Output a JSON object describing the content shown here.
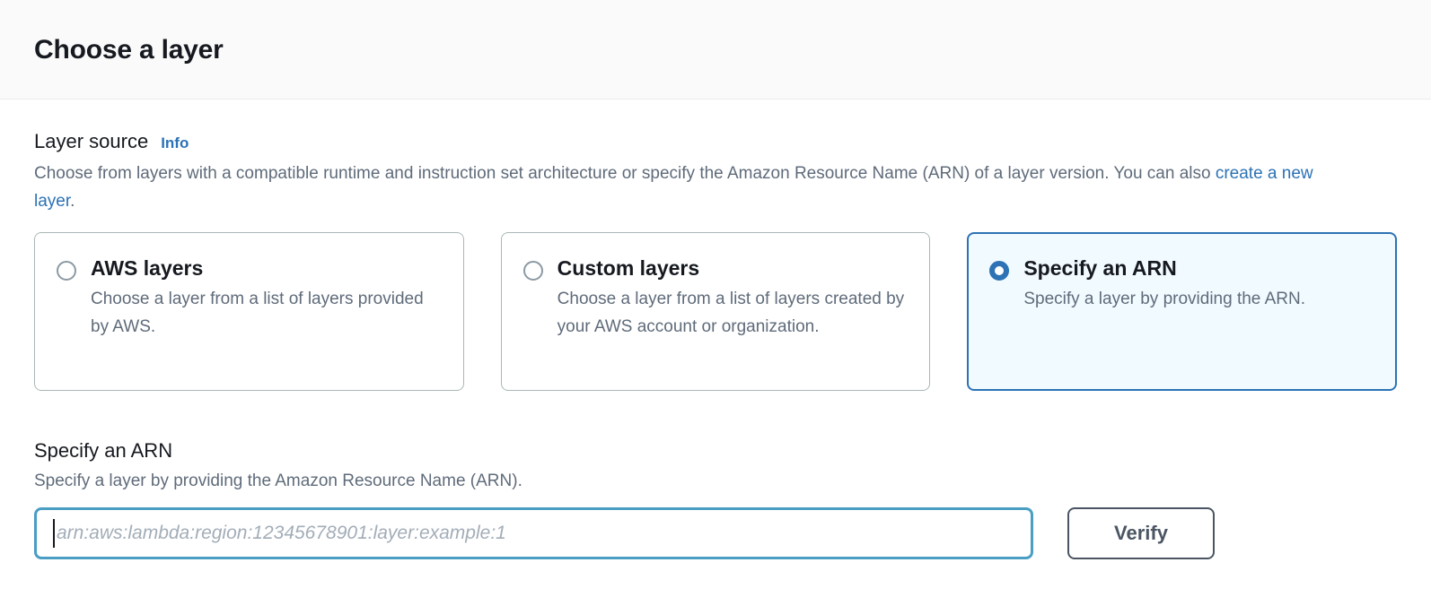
{
  "header": {
    "title": "Choose a layer"
  },
  "layer_source": {
    "heading": "Layer source",
    "info_label": "Info",
    "description_before_link": "Choose from layers with a compatible runtime and instruction set architecture or specify the Amazon Resource Name (ARN) of a layer version. You can also ",
    "description_link": "create a new layer",
    "description_after_link": ".",
    "options": [
      {
        "label": "AWS layers",
        "description": "Choose a layer from a list of layers provided by AWS.",
        "selected": false
      },
      {
        "label": "Custom layers",
        "description": "Choose a layer from a list of layers created by your AWS account or organization.",
        "selected": false
      },
      {
        "label": "Specify an ARN",
        "description": "Specify a layer by providing the ARN.",
        "selected": true
      }
    ]
  },
  "arn_section": {
    "heading": "Specify an ARN",
    "description": "Specify a layer by providing the Amazon Resource Name (ARN).",
    "input_value": "",
    "input_placeholder": "arn:aws:lambda:region:12345678901:layer:example:1",
    "verify_label": "Verify"
  },
  "colors": {
    "accent_blue": "#2c72b5",
    "selected_tile_bg": "#f1faff",
    "input_focus_border": "#4a9ec4",
    "tile_border": "#aab7b8",
    "muted_text": "#5f6b7a",
    "header_bg": "#fafafa",
    "button_border": "#4b5563"
  }
}
